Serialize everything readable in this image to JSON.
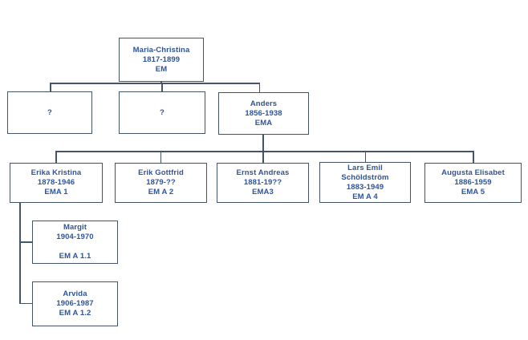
{
  "diagram": {
    "description": "Family tree organisational chart",
    "colors": {
      "background": "#ffffff",
      "box_border": "#44546A",
      "connector": "#44546A",
      "text": "#2F5496"
    },
    "nodes": {
      "em": {
        "lines": [
          "Maria-Christina",
          "1817-1899",
          "EM"
        ]
      },
      "unknown1": {
        "lines": [
          "?"
        ]
      },
      "unknown2": {
        "lines": [
          "?"
        ]
      },
      "ema": {
        "lines": [
          "Anders",
          "1856-1938",
          "EMA"
        ]
      },
      "ema1": {
        "lines": [
          "Erika Kristina",
          "1878-1946",
          "EMA 1"
        ]
      },
      "ema2": {
        "lines": [
          "Erik Gottfrid",
          "1879-??",
          "EM A 2"
        ]
      },
      "ema3": {
        "lines": [
          "Ernst Andreas",
          "1881-19??",
          "EMA3"
        ]
      },
      "ema4": {
        "lines": [
          "Lars Emil",
          "Schöldström",
          "1883-1949",
          "EM A 4"
        ]
      },
      "ema5": {
        "lines": [
          "Augusta Elisabet",
          "1886-1959",
          "EMA 5"
        ]
      },
      "ema11": {
        "lines": [
          "Margit",
          "1904-1970",
          "",
          "EM A 1.1"
        ]
      },
      "ema12": {
        "lines": [
          "Arvida",
          "1906-1987",
          "EM A 1.2"
        ]
      }
    },
    "edges": [
      {
        "parent": "Maria-Christina (EM)",
        "children": [
          "?",
          "?",
          "Anders (EMA)"
        ]
      },
      {
        "parent": "Anders (EMA)",
        "children": [
          "Erika Kristina (EMA 1)",
          "Erik Gottfrid (EM A 2)",
          "Ernst Andreas (EMA3)",
          "Lars Emil Schöldström (EM A 4)",
          "Augusta Elisabet (EMA 5)"
        ]
      },
      {
        "parent": "Erika Kristina (EMA 1)",
        "children": [
          "Margit (EM A 1.1)",
          "Arvida (EM A 1.2)"
        ]
      }
    ]
  }
}
